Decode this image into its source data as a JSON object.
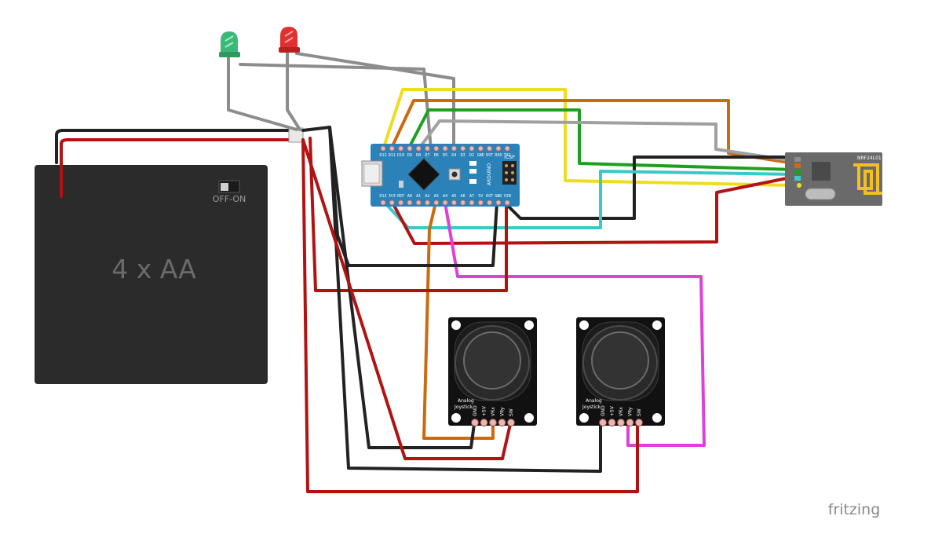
{
  "battery": {
    "label": "4 x AA",
    "switch_label": "OFF-ON"
  },
  "arduino": {
    "board_name": "ARDUINO",
    "top_pins": [
      "D12",
      "D11",
      "D10",
      "D9",
      "D8",
      "D7",
      "D6",
      "D5",
      "D4",
      "D3",
      "D2",
      "GND",
      "RST",
      "RX0",
      "TX1"
    ],
    "bottom_pins": [
      "D13",
      "3V3",
      "REF",
      "A0",
      "A1",
      "A2",
      "A3",
      "A4",
      "A5",
      "A6",
      "A7",
      "5V",
      "RST",
      "GND",
      "VIN"
    ],
    "icsp_label": "ICSP"
  },
  "radio": {
    "label": "NRF24L01"
  },
  "joysticks": [
    {
      "label_line1": "Analog",
      "label_line2": "Joystick"
    },
    {
      "label_line1": "Analog",
      "label_line2": "Joystick"
    }
  ],
  "joystick_pins": [
    "GND",
    "+5V",
    "VRx",
    "VRy",
    "SW"
  ],
  "watermark": "fritzing",
  "colors": {
    "red_wire": "#b31212",
    "black_wire": "#222222",
    "gray_wire": "#8c8c8c",
    "yellow_wire": "#f0dc1e",
    "orange_wire": "#cc6a10",
    "green_wire": "#1ea01e",
    "cyan_wire": "#3cc8c8",
    "magenta_wire": "#e040d8",
    "arduino_blue": "#2a82b8",
    "battery_body": "#2b2b2b",
    "led_green": "#3cb878",
    "led_red": "#e03030"
  }
}
